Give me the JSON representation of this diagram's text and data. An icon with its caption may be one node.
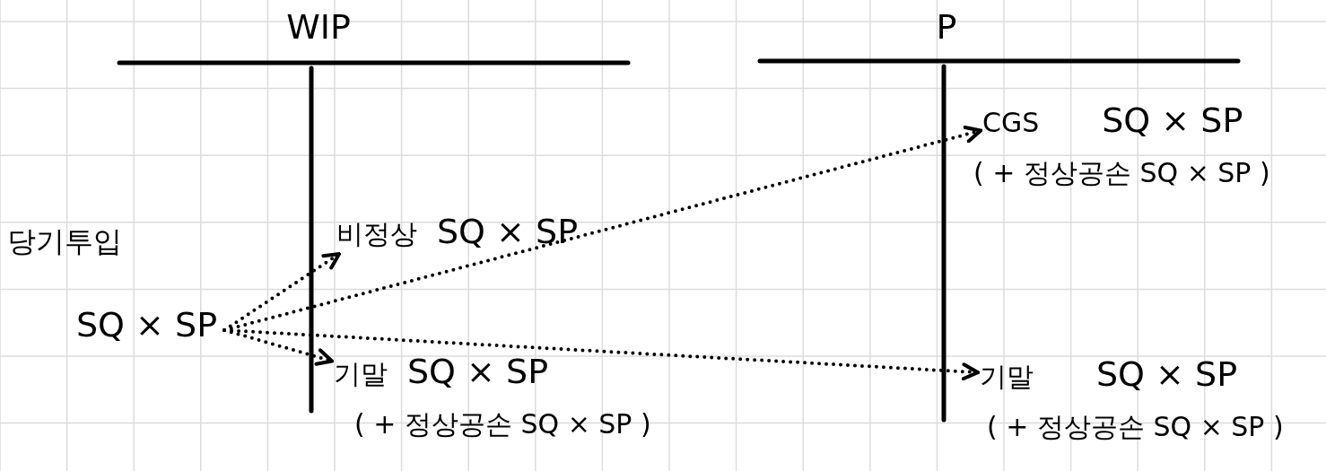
{
  "diagram": {
    "nodes": [
      {
        "text": [
          "SQ × SP"
        ]
      },
      {
        "text": [
          "비정상",
          "SQ × SP"
        ]
      },
      {
        "text": [
          "기말",
          "SQ × SP",
          "( + 정상공손 SQ × SP )"
        ]
      },
      {
        "text": [
          "CGS",
          "SQ × SP",
          "( + 정상공손 SQ × SP )"
        ]
      },
      {
        "text": [
          "기말",
          "SQ × SP",
          "( + 정상공손 SQ × SP )"
        ]
      }
    ],
    "edges": [
      {
        "from": 0,
        "to": 1,
        "arrow": "to"
      },
      {
        "from": 0,
        "to": 3,
        "arrow": "to"
      },
      {
        "from": 0,
        "to": 2,
        "arrow": "to"
      },
      {
        "from": 0,
        "to": 4,
        "arrow": "to"
      }
    ],
    "labels": [
      "WIP",
      "P",
      "당기투입"
    ]
  }
}
